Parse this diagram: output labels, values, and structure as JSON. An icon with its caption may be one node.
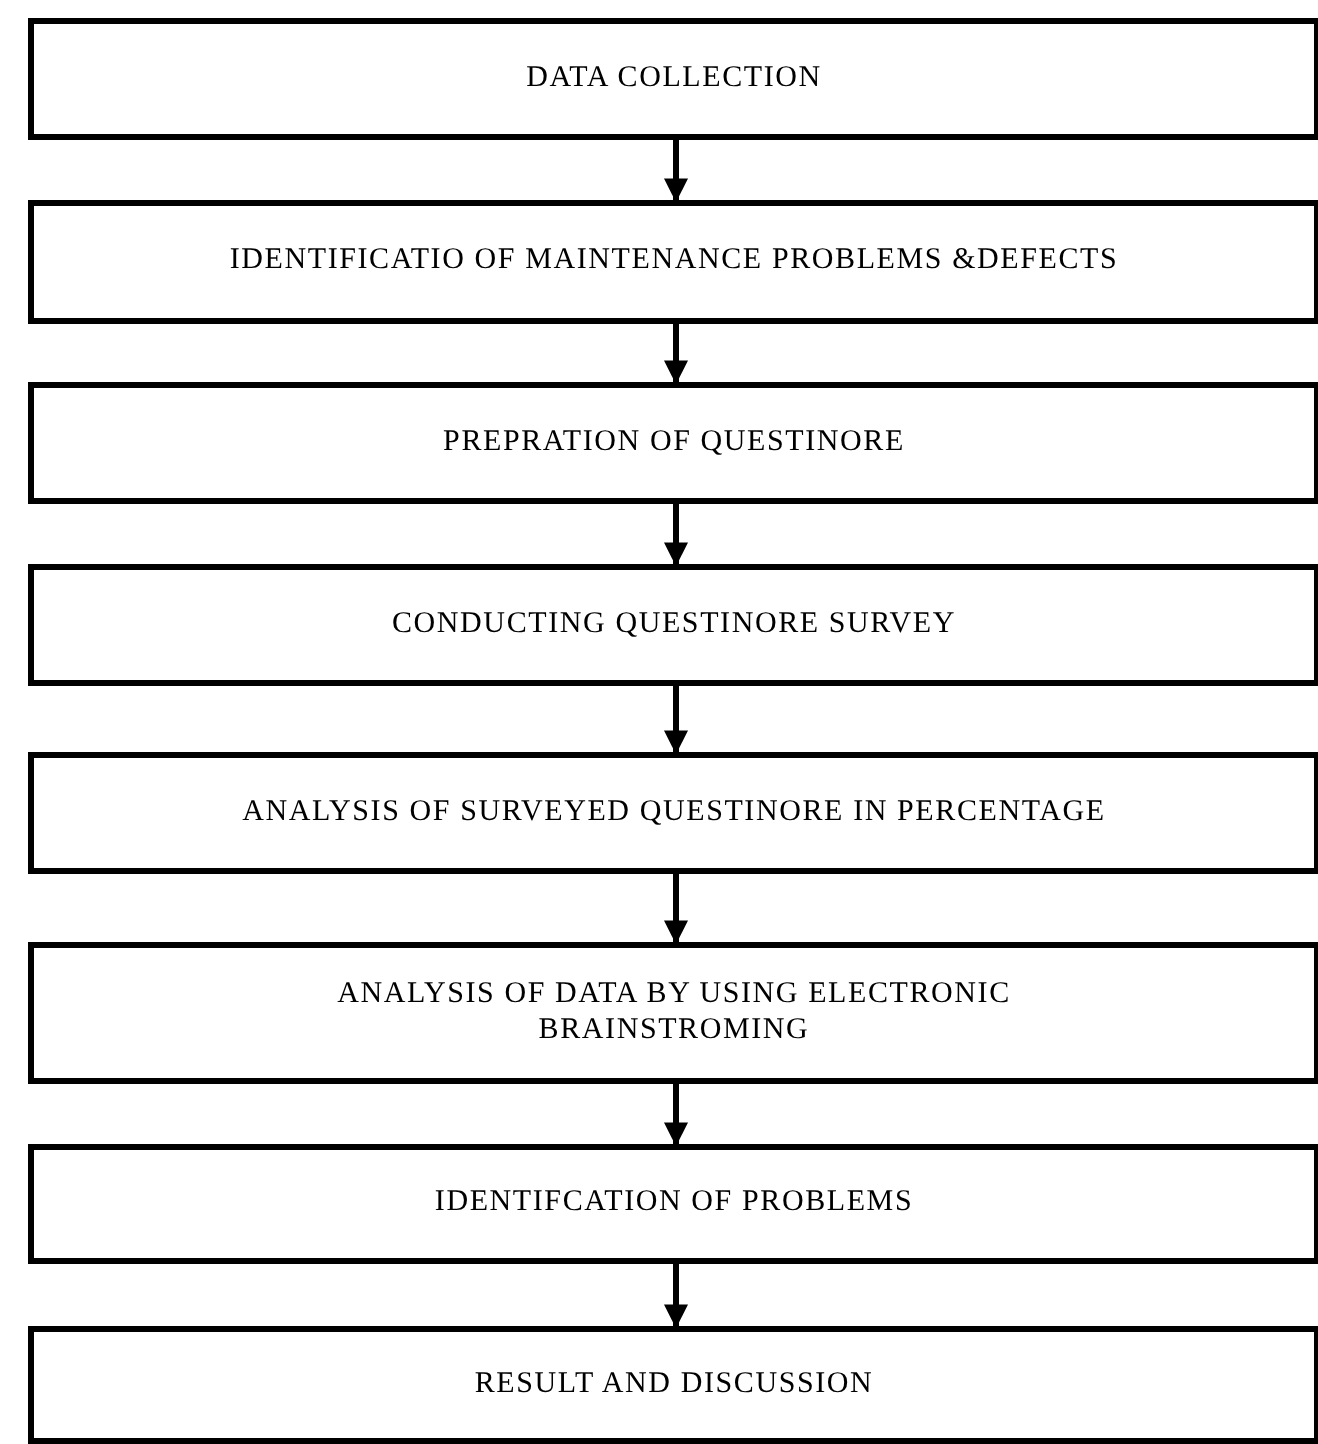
{
  "diagram": {
    "nodes": [
      {
        "text": [
          "DATA COLLECTION"
        ]
      },
      {
        "text": [
          "IDENTIFICATIO OF MAINTENANCE PROBLEMS &DEFECTS"
        ]
      },
      {
        "text": [
          "PREPRATION OF QUESTINORE"
        ]
      },
      {
        "text": [
          "CONDUCTING QUESTINORE SURVEY"
        ]
      },
      {
        "text": [
          "ANALYSIS OF SURVEYED QUESTINORE IN PERCENTAGE"
        ]
      },
      {
        "text": [
          "ANALYSIS OF DATA BY USING ELECTRONIC BRAINSTROMING"
        ]
      },
      {
        "text": [
          "IDENTIFCATION OF PROBLEMS"
        ]
      },
      {
        "text": [
          "RESULT AND DISCUSSION"
        ]
      }
    ],
    "edges": [
      {
        "from": 0,
        "to": 1,
        "arrow": "to"
      },
      {
        "from": 1,
        "to": 2,
        "arrow": "to"
      },
      {
        "from": 2,
        "to": 3,
        "arrow": "to"
      },
      {
        "from": 3,
        "to": 4,
        "arrow": "to"
      },
      {
        "from": 4,
        "to": 5,
        "arrow": "to"
      },
      {
        "from": 5,
        "to": 6,
        "arrow": "to"
      },
      {
        "from": 6,
        "to": 7,
        "arrow": "to"
      }
    ]
  }
}
